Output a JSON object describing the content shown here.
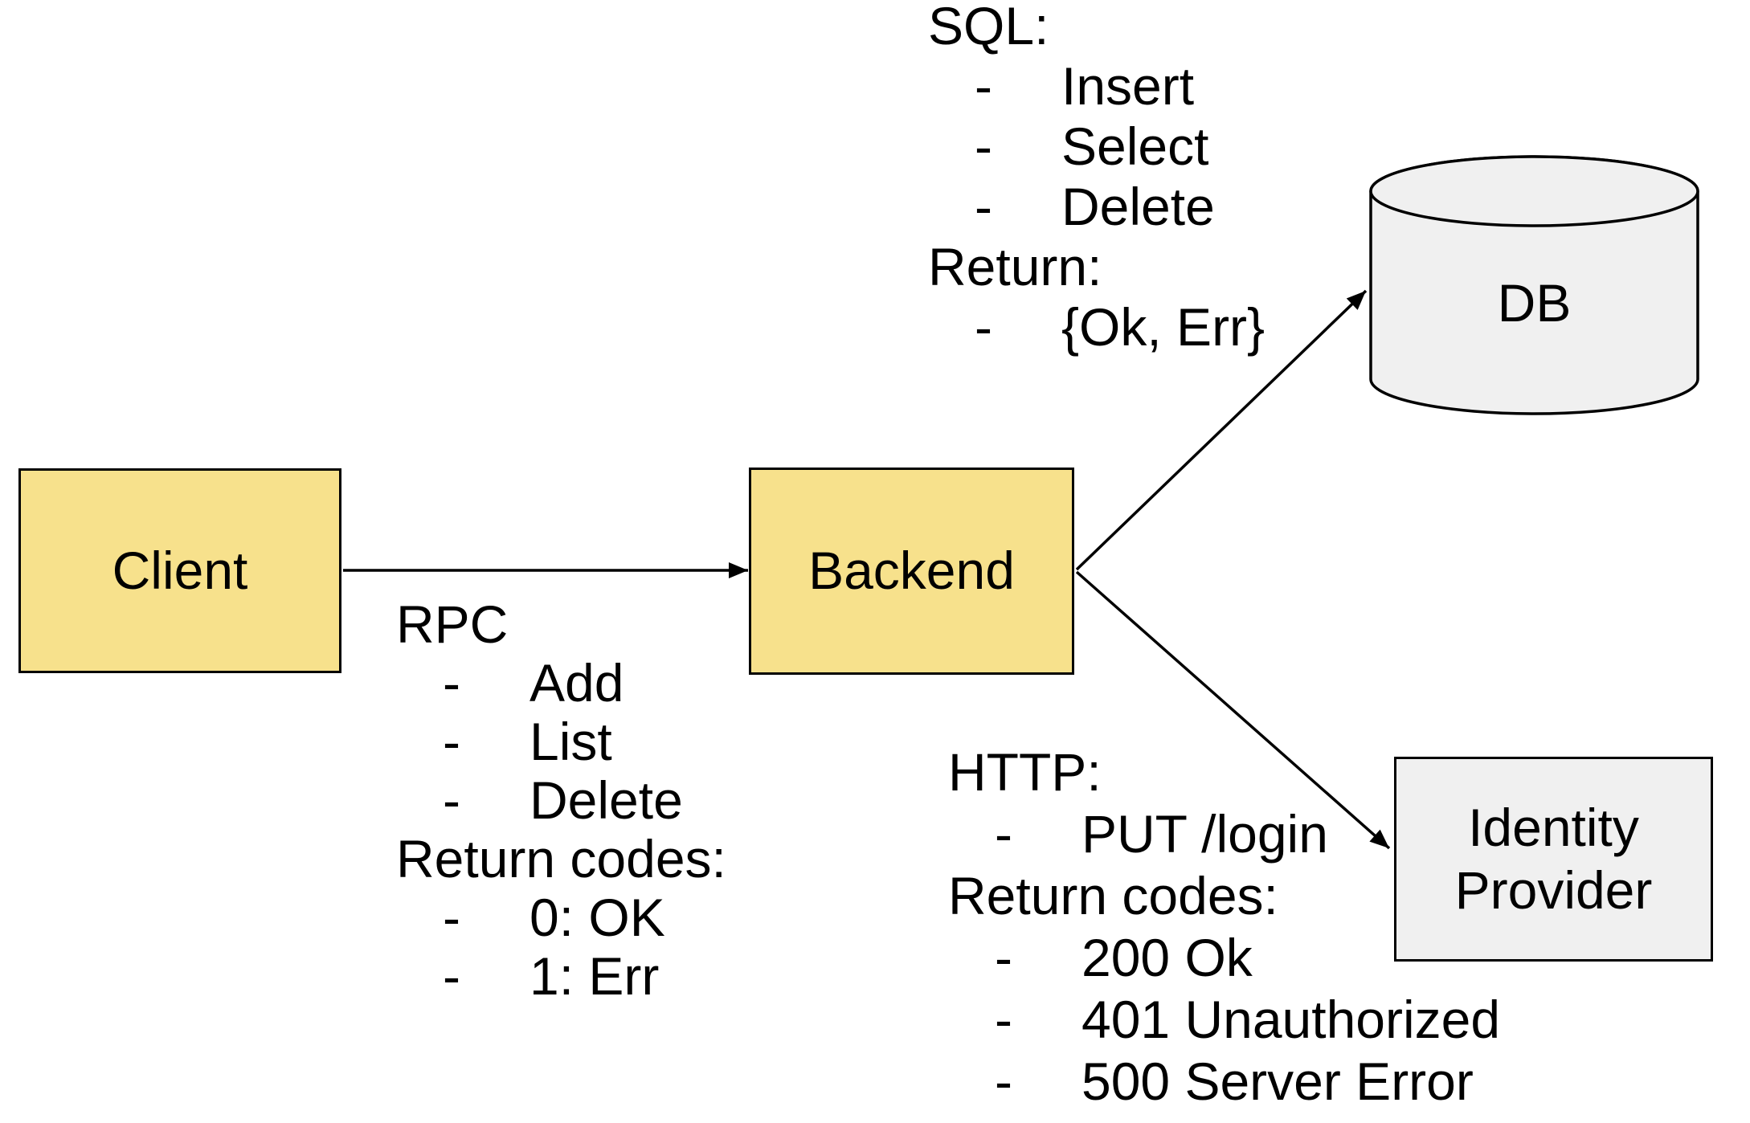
{
  "diagram": {
    "bullet_char": "-",
    "nodes": {
      "client": {
        "label": "Client"
      },
      "backend": {
        "label": "Backend"
      },
      "db": {
        "label": "DB"
      },
      "identity_provider": {
        "label": "Identity Provider"
      }
    },
    "arrows": [
      {
        "from": "client",
        "to": "backend"
      },
      {
        "from": "backend",
        "to": "db"
      },
      {
        "from": "backend",
        "to": "identity_provider"
      }
    ],
    "annotations": {
      "rpc": {
        "title": "RPC",
        "methods": [
          "Add",
          "List",
          "Delete"
        ],
        "subtitle": "Return codes:",
        "codes": [
          "0: OK",
          "1: Err"
        ]
      },
      "sql": {
        "title": "SQL:",
        "methods": [
          "Insert",
          "Select",
          "Delete"
        ],
        "subtitle": "Return:",
        "codes": [
          "{Ok, Err}"
        ]
      },
      "http": {
        "title": "HTTP:",
        "methods": [
          "PUT /login"
        ],
        "subtitle": "Return codes:",
        "codes": [
          "200 Ok",
          "401 Unauthorized",
          "500 Server Error"
        ]
      }
    },
    "colors": {
      "node_fill_yellow": "#F7E18C",
      "node_fill_gray": "#F0F0F0",
      "stroke": "#000000",
      "text": "#000000",
      "background": "#FFFFFF"
    }
  }
}
